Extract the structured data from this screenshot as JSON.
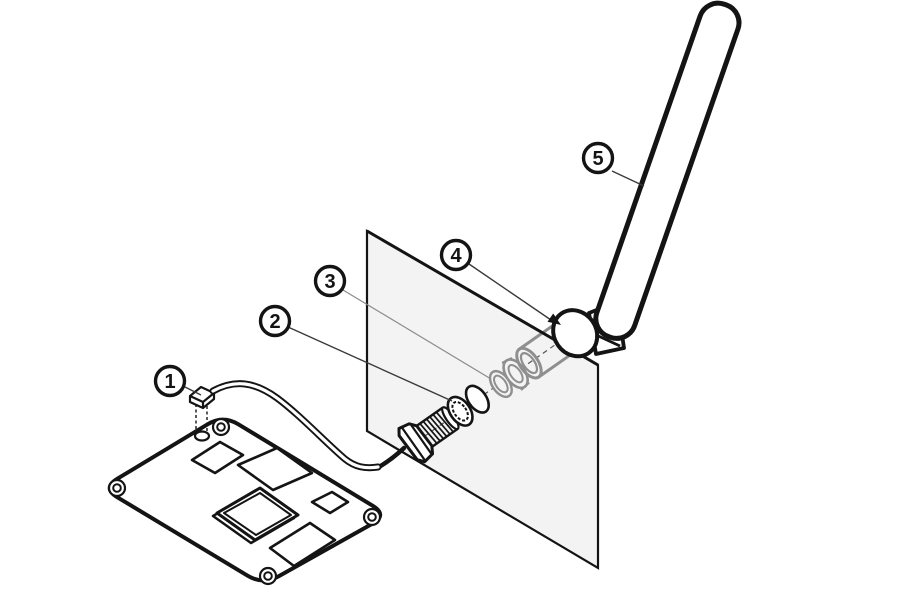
{
  "figure": {
    "type": "exploded-assembly-diagram",
    "description": "antenna installation exploded view",
    "background_color": "#ffffff",
    "line_color": "#141414",
    "behind_panel_color": "#8f8f8f",
    "panel_fill_color": "#f3f3f3",
    "callouts": [
      {
        "label": "1"
      },
      {
        "label": "2"
      },
      {
        "label": "3"
      },
      {
        "label": "4"
      },
      {
        "label": "5"
      }
    ]
  }
}
